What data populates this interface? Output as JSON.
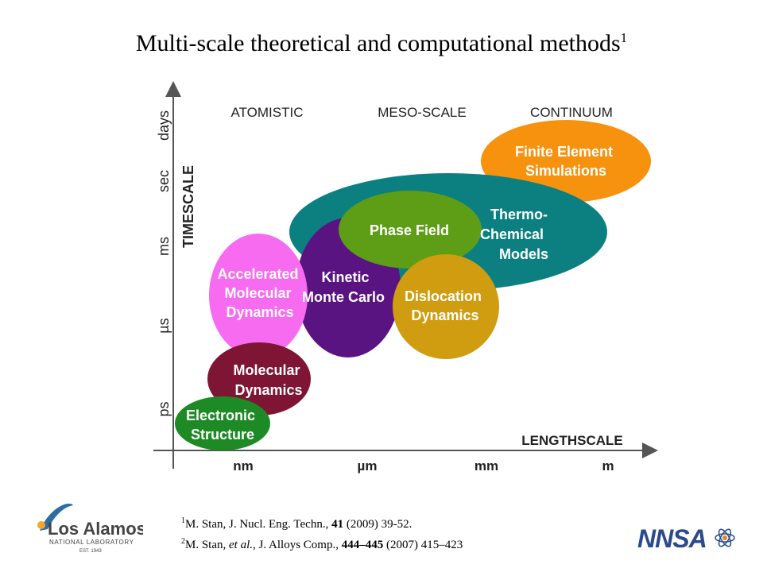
{
  "title": "Multi-scale theoretical and computational methods",
  "title_sup": "1",
  "axes": {
    "y_title": "TIMESCALE",
    "x_title": "LENGTHSCALE",
    "y_ticks": [
      "days",
      "sec",
      "ms",
      "µs",
      "ps"
    ],
    "x_ticks": [
      "nm",
      "µm",
      "mm",
      "m"
    ]
  },
  "regions": [
    "ATOMISTIC",
    "MESO-SCALE",
    "CONTINUUM"
  ],
  "methods": {
    "fem": [
      "Finite Element",
      "Simulations"
    ],
    "thermo": [
      "Thermo-",
      "Chemical",
      "Models"
    ],
    "phase": [
      "Phase Field"
    ],
    "kmc": [
      "Kinetic",
      "Monte Carlo"
    ],
    "amd": [
      "Accelerated",
      "Molecular",
      "Dynamics"
    ],
    "dislocation": [
      "Dislocation",
      "Dynamics"
    ],
    "md": [
      "Molecular",
      "Dynamics"
    ],
    "es": [
      "Electronic",
      "Structure"
    ]
  },
  "colors": {
    "fem": "#f7920f",
    "thermo": "#0c8080",
    "phase": "#5d9e16",
    "kmc": "#5a1482",
    "amd": "#f76bf0",
    "dislocation": "#d09c10",
    "md": "#7e1535",
    "es": "#1e8a25"
  },
  "references": {
    "ref1": {
      "sup": "1",
      "pre": "M. Stan, J. Nucl. Eng. Techn., ",
      "bold": "41",
      "post": " (2009) 39-52."
    },
    "ref2": {
      "sup": "2",
      "pre": "M. Stan, ",
      "italic": "et al.",
      "mid": ", J. Alloys Comp., ",
      "bold": "444–445",
      "post": " (2007) 415–423"
    }
  },
  "logos": {
    "la_name": "Los Alamos",
    "la_sub": "NATIONAL LABORATORY",
    "la_est": "EST. 1943",
    "nnsa": "NNSA"
  }
}
